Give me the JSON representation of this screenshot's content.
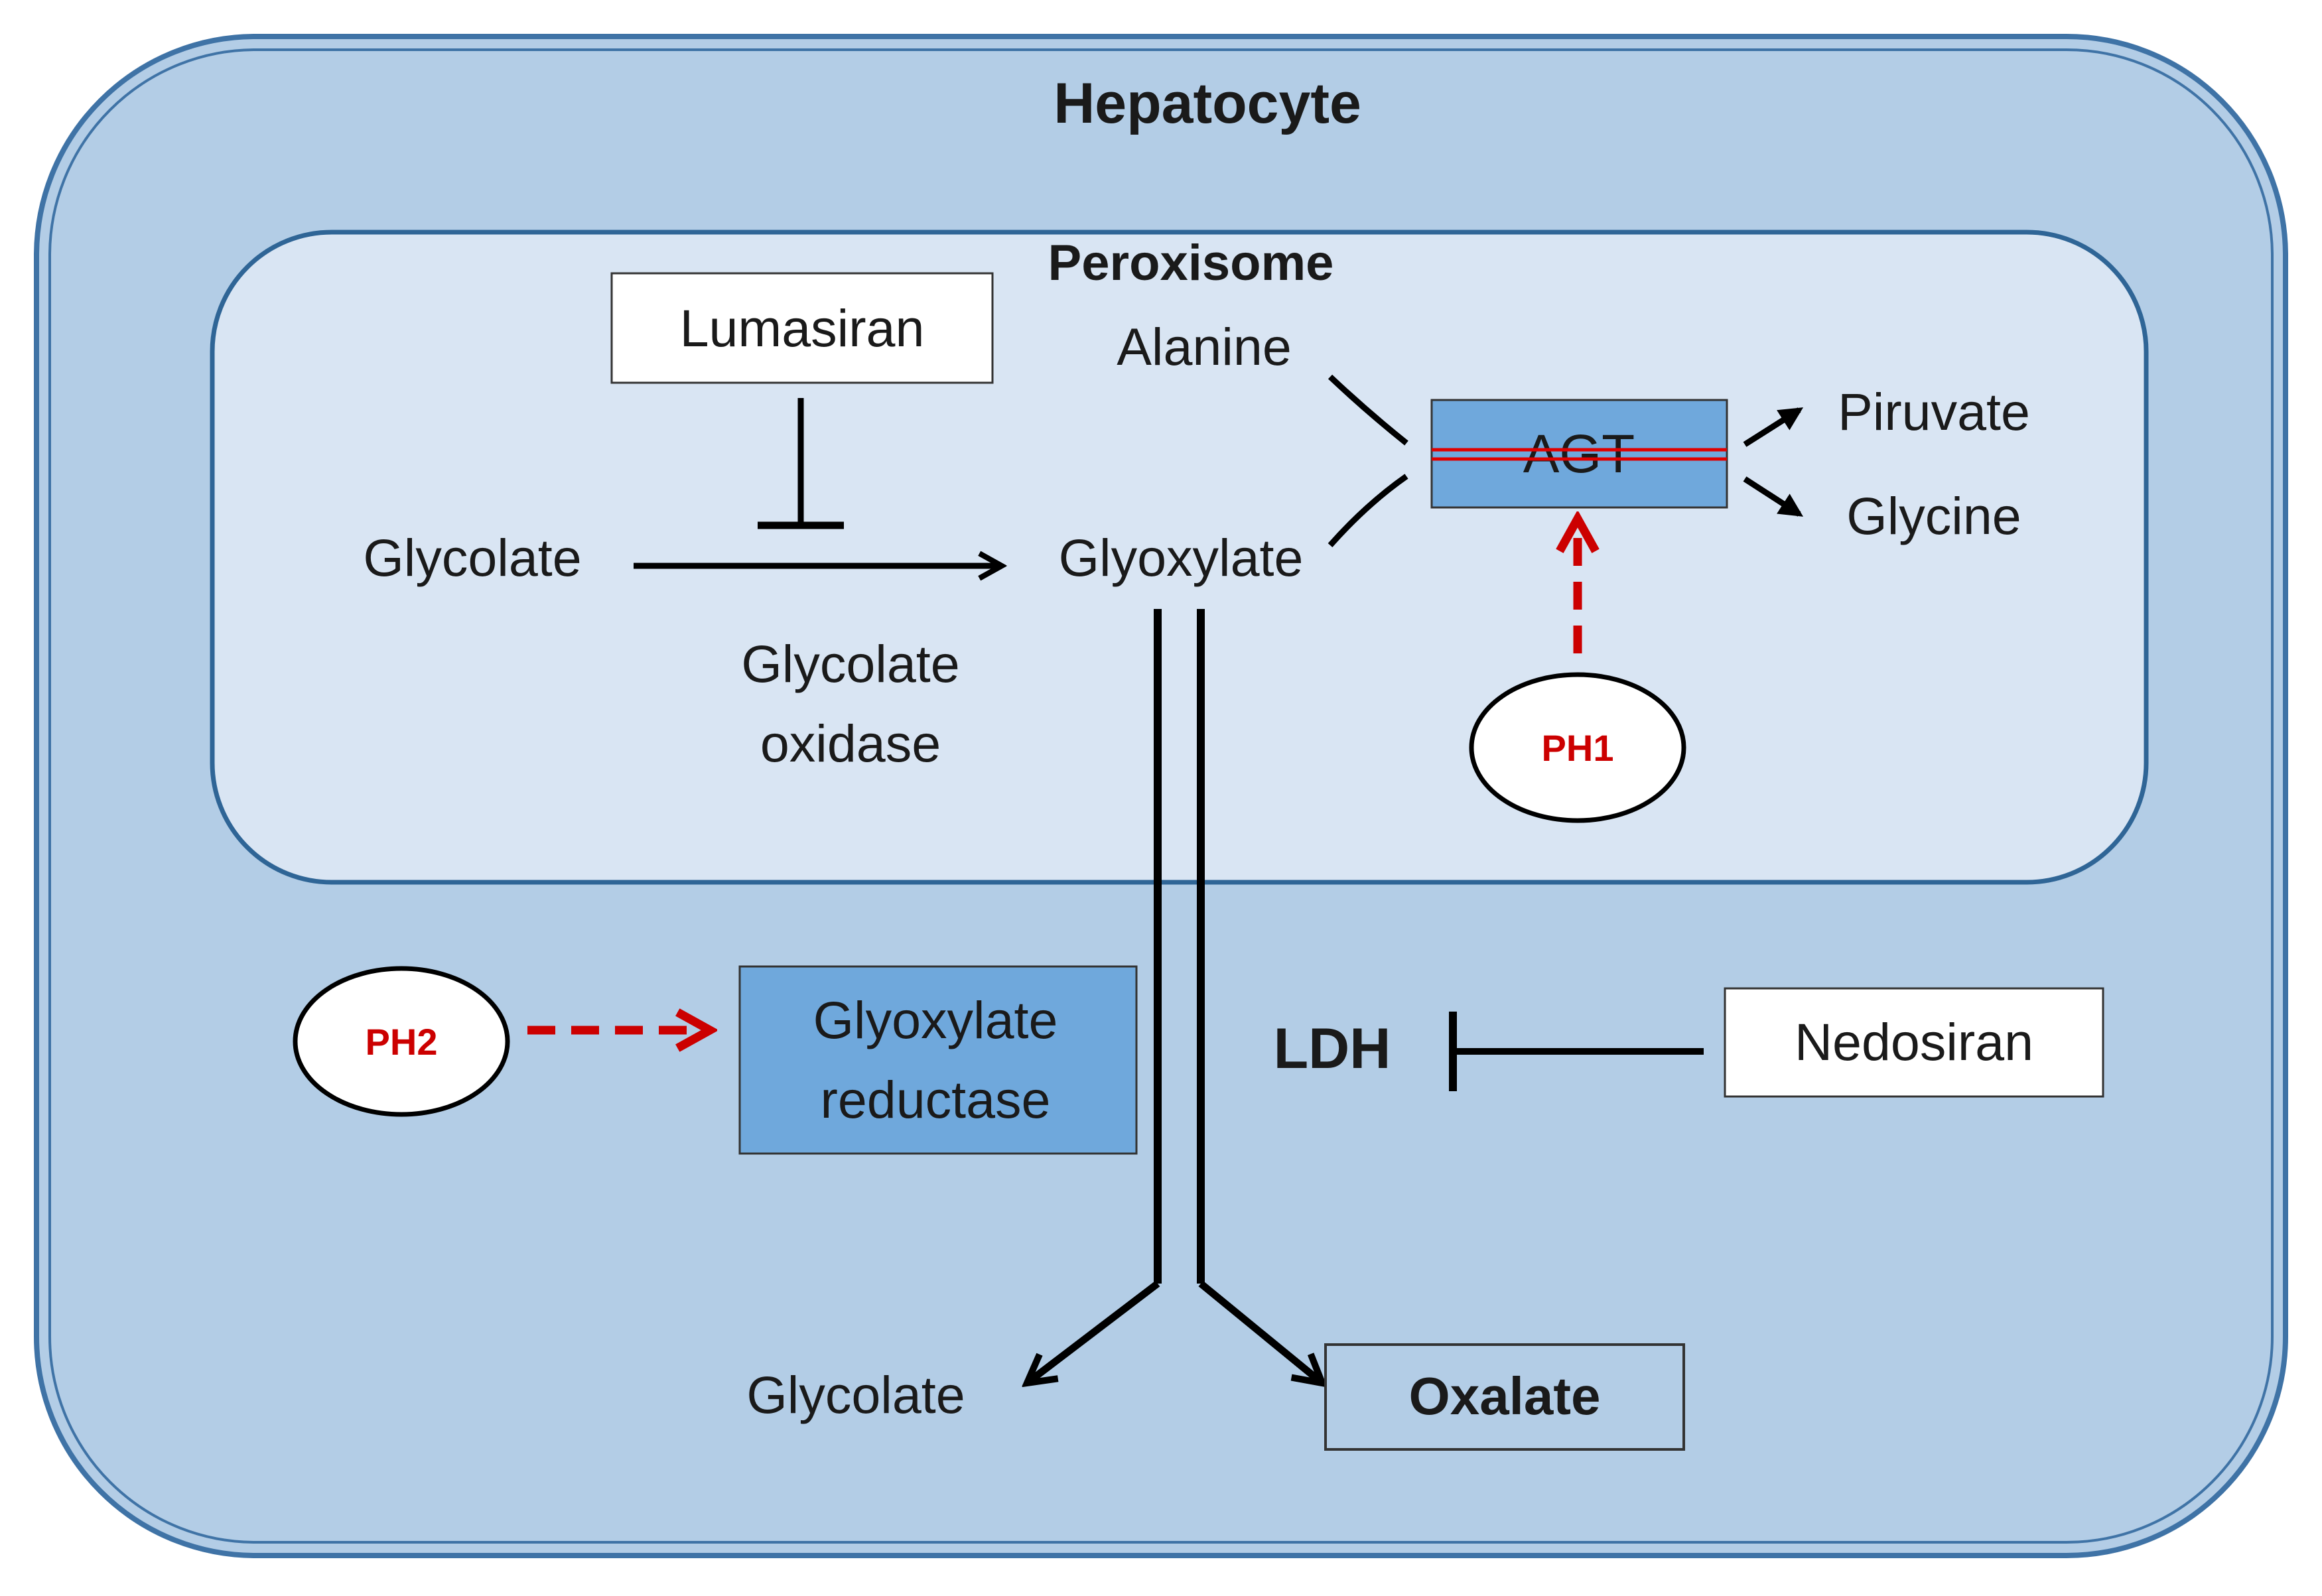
{
  "cell": {
    "title": "Hepatocyte"
  },
  "peroxisome": {
    "title": "Peroxisome"
  },
  "molecules": {
    "glycolate_in": "Glycolate",
    "glyoxylate": "Glyoxylate",
    "alanine": "Alanine",
    "piruvate": "Piruvate",
    "glycine": "Glycine",
    "glycolate_out": "Glycolate",
    "oxalate": "Oxalate"
  },
  "enzymes": {
    "agt": "AGT",
    "glycolate_oxidase_line1": "Glycolate",
    "glycolate_oxidase_line2": "oxidase",
    "glyoxylate_reductase_line1": "Glyoxylate",
    "glyoxylate_reductase_line2": "reductase",
    "ldh": "LDH"
  },
  "drugs": {
    "lumasiran": "Lumasiran",
    "nedosiran": "Nedosiran"
  },
  "conditions": {
    "ph1": "PH1",
    "ph2": "PH2"
  },
  "colors": {
    "cell_fill": "#b3cde6",
    "cell_border": "#3f73a6",
    "peroxisome_fill": "#d9e5f3",
    "enzyme_fill": "#6fa8dc",
    "arrow": "#000000",
    "defect_arrow": "#cc0000"
  }
}
